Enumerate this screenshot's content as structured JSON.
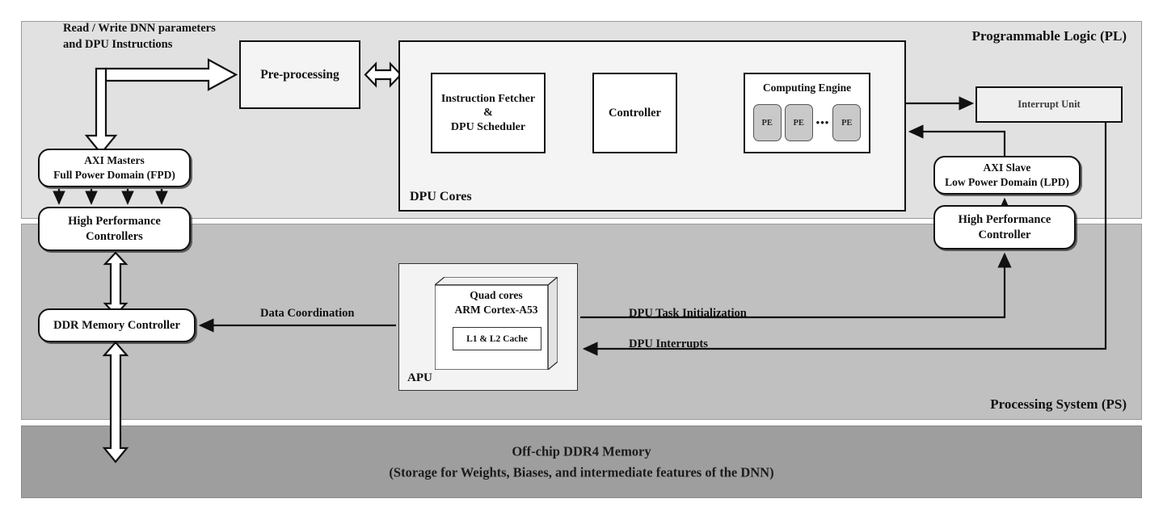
{
  "diagram": {
    "title": "DPU on Zynq UltraScale+ MPSoC block diagram",
    "regions": {
      "pl": {
        "label": "Programmable Logic (PL)",
        "color": "#e1e1e1"
      },
      "ps": {
        "label": "Processing System (PS)",
        "color": "#c0c0c0"
      },
      "ddr": {
        "line1": "Off-chip DDR4 Memory",
        "line2": "(Storage for Weights, Biases, and intermediate features of the DNN)",
        "color": "#9e9e9e"
      }
    },
    "blocks": {
      "preprocessing": {
        "label": "Pre-processing"
      },
      "dpu_cores": {
        "label": "DPU Cores"
      },
      "instruction_fetcher": {
        "line1": "Instruction Fetcher",
        "line2": "&",
        "line3": "DPU Scheduler"
      },
      "controller": {
        "label": "Controller"
      },
      "computing_engine": {
        "title": "Computing Engine",
        "pe_label": "PE",
        "pe_count_visible": 3,
        "ellipsis": "•••"
      },
      "interrupt_unit": {
        "label": "Interrupt Unit"
      },
      "axi_masters": {
        "line1": "AXI Masters",
        "line2": "Full Power Domain (FPD)"
      },
      "high_performance_controllers": {
        "line1": "High Performance",
        "line2": "Controllers"
      },
      "ddr_memory_controller": {
        "label": "DDR Memory Controller"
      },
      "axi_slave": {
        "line1": "AXI Slave",
        "line2": "Low Power Domain (LPD)"
      },
      "high_performance_controller": {
        "line1": "High Performance",
        "line2": "Controller"
      },
      "apu": {
        "label": "APU",
        "cpu_line1": "Quad cores",
        "cpu_line2": "ARM Cortex-A53",
        "cache": "L1 & L2 Cache"
      }
    },
    "annotations": {
      "read_write": {
        "line1": "Read / Write DNN parameters",
        "line2": "and DPU Instructions"
      },
      "data_coordination": "Data Coordination",
      "dpu_task_init": "DPU Task Initialization",
      "dpu_interrupts": "DPU Interrupts"
    },
    "colors": {
      "pl_bg": "#e1e1e1",
      "ps_bg": "#c0c0c0",
      "ddr_bg": "#9e9e9e",
      "box_border": "#111111",
      "pe_fill": "#c9c9c9"
    }
  }
}
